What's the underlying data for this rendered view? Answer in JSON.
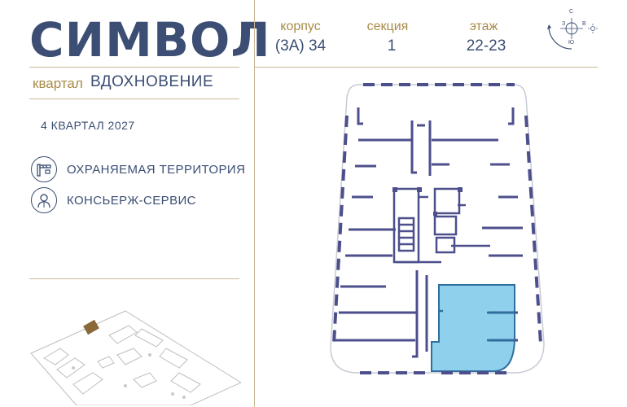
{
  "brand": {
    "logo_text": "СИМВОЛ"
  },
  "quarter": {
    "prefix": "квартал",
    "name": "ВДОХНОВЕНИЕ"
  },
  "completion": "4 КВАРТАЛ 2027",
  "features": [
    {
      "icon": "barrier-icon",
      "label": "ОХРАНЯЕМАЯ ТЕРРИТОРИЯ"
    },
    {
      "icon": "concierge-icon",
      "label": "КОНСЬЕРЖ-СЕРВИС"
    }
  ],
  "info": {
    "building": {
      "label": "корпус",
      "value": "(3А) 34"
    },
    "section": {
      "label": "секция",
      "value": "1"
    },
    "floor": {
      "label": "этаж",
      "value": "22-23"
    }
  },
  "compass": {
    "north": "С",
    "south": "Ю",
    "west": "З",
    "east": "В"
  },
  "colors": {
    "brand": "#3c4e74",
    "gold": "#a98b48",
    "plan_walls": "#4d4f8c",
    "highlight_fill": "#8fd1ec",
    "highlight_stroke": "#2f6f9f"
  }
}
